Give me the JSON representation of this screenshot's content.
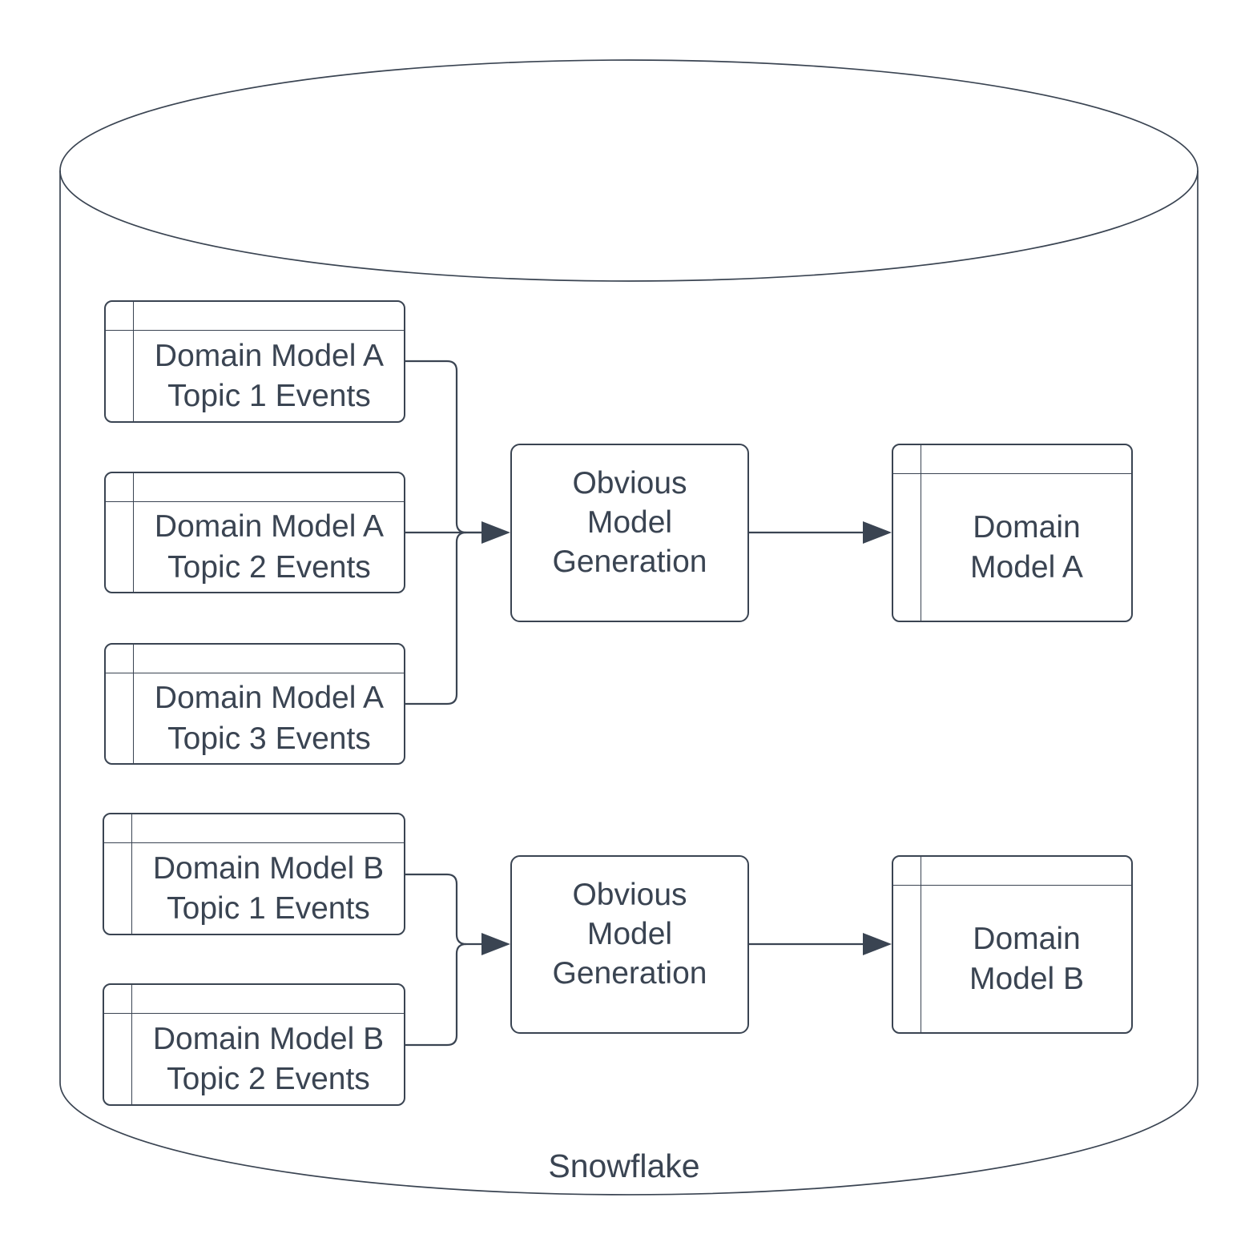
{
  "colors": {
    "ink": "#3a4452",
    "surface": "#ffffff"
  },
  "cylinder": {
    "label": "Snowflake"
  },
  "tables": {
    "topic_a1": {
      "label": "Domain Model A\nTopic 1 Events"
    },
    "topic_a2": {
      "label": "Domain Model A\nTopic 2 Events"
    },
    "topic_a3": {
      "label": "Domain Model A\nTopic 3 Events"
    },
    "topic_b1": {
      "label": "Domain Model B\nTopic 1 Events"
    },
    "topic_b2": {
      "label": "Domain Model B\nTopic 2 Events"
    },
    "model_a": {
      "label": "Domain\nModel A"
    },
    "model_b": {
      "label": "Domain\nModel B"
    }
  },
  "processes": {
    "gen_a": {
      "label": "Obvious\nModel\nGeneration"
    },
    "gen_b": {
      "label": "Obvious\nModel\nGeneration"
    }
  }
}
